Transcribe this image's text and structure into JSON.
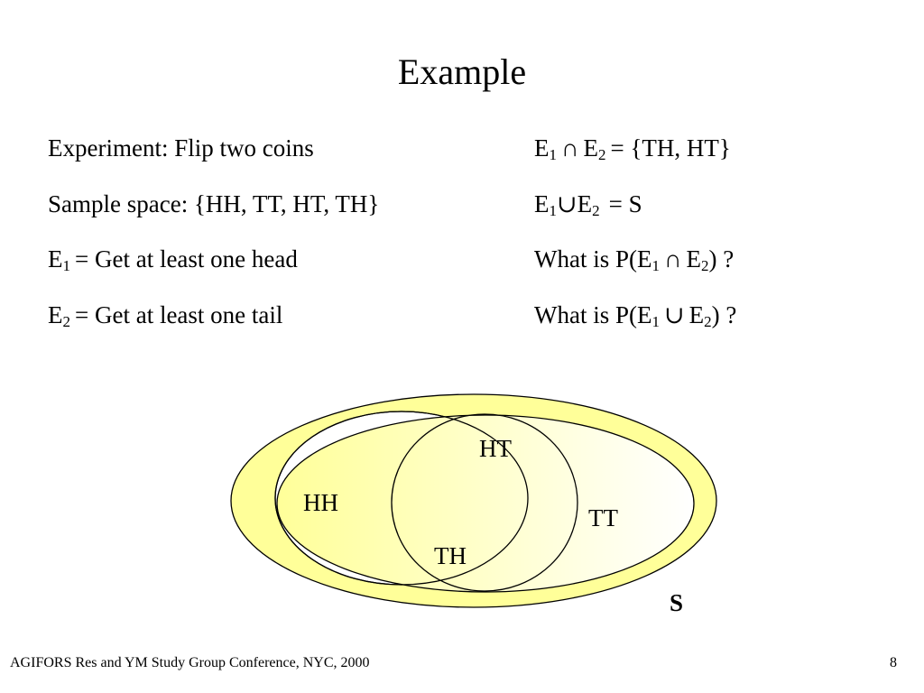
{
  "slide": {
    "title": "Example"
  },
  "left_column": {
    "experiment": "Experiment: Flip two coins",
    "sample_space": "Sample space: {HH, TT, HT, TH}",
    "e1_symbol": "E",
    "e1_sub": "1",
    "e1_definition": "= Get at least one head",
    "e2_symbol": "E",
    "e2_sub": "2",
    "e2_definition": "= Get at least one tail"
  },
  "right_column": {
    "intersection": {
      "e1": "E",
      "sub1": "1",
      "op": "∩",
      "e2": "E",
      "sub2": "2",
      "rest": "= {TH, HT}"
    },
    "union": {
      "e1": "E",
      "sub1": "1",
      "op": "∪",
      "e2": "E",
      "sub2": "2",
      "rest": "= S"
    },
    "question_intersection": {
      "prefix": "What is P(E",
      "sub1": "1",
      "op": "∩",
      "e2": "E",
      "sub2": "2",
      "suffix": ") ?"
    },
    "question_union": {
      "prefix": "What is P(E",
      "sub1": "1",
      "op": "∪",
      "e2": "E",
      "sub2": "2",
      "suffix": ") ?"
    }
  },
  "venn": {
    "outcome_hh": "HH",
    "outcome_ht": "HT",
    "outcome_th": "TH",
    "outcome_tt": "TT",
    "sample_space_label": "S",
    "colors": {
      "sample_space_fill": "#ffff99",
      "e2_gradient_start": "#ffff99",
      "e2_gradient_end": "#ffffff",
      "e1_fill": "#ffffff",
      "outline": "#000000"
    }
  },
  "footer": {
    "conference": "AGIFORS Res and YM Study Group Conference, NYC, 2000",
    "page_number": "8"
  }
}
